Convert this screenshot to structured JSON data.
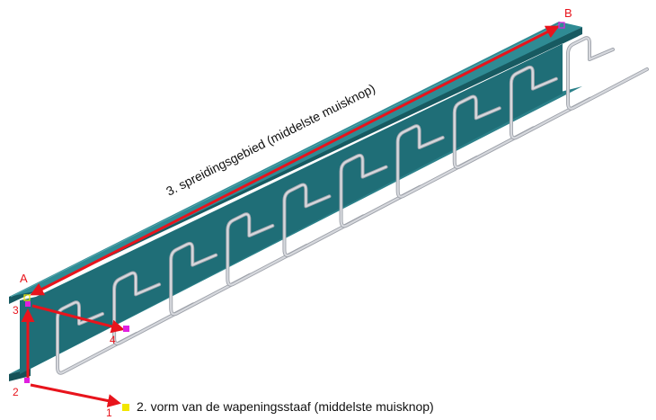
{
  "scene": {
    "point_a": "A",
    "point_b": "B",
    "steps": [
      "1",
      "2",
      "3",
      "4"
    ],
    "annotation_range": "3. spreidingsgebied (middelste muisknop)",
    "annotation_shape": "2. vorm van de wapeningsstaaf (middelste muisknop)",
    "stirrup_count": 10
  },
  "colors": {
    "beam_top": "#2f8b94",
    "beam_face": "#1f6e77",
    "beam_dark": "#155258",
    "arrow": "#e8141c",
    "handle_magenta": "#e01fe0",
    "handle_yellow": "#f2e600",
    "rebar": "#d6d8dd",
    "rebar_edge": "#9ea2aa"
  }
}
